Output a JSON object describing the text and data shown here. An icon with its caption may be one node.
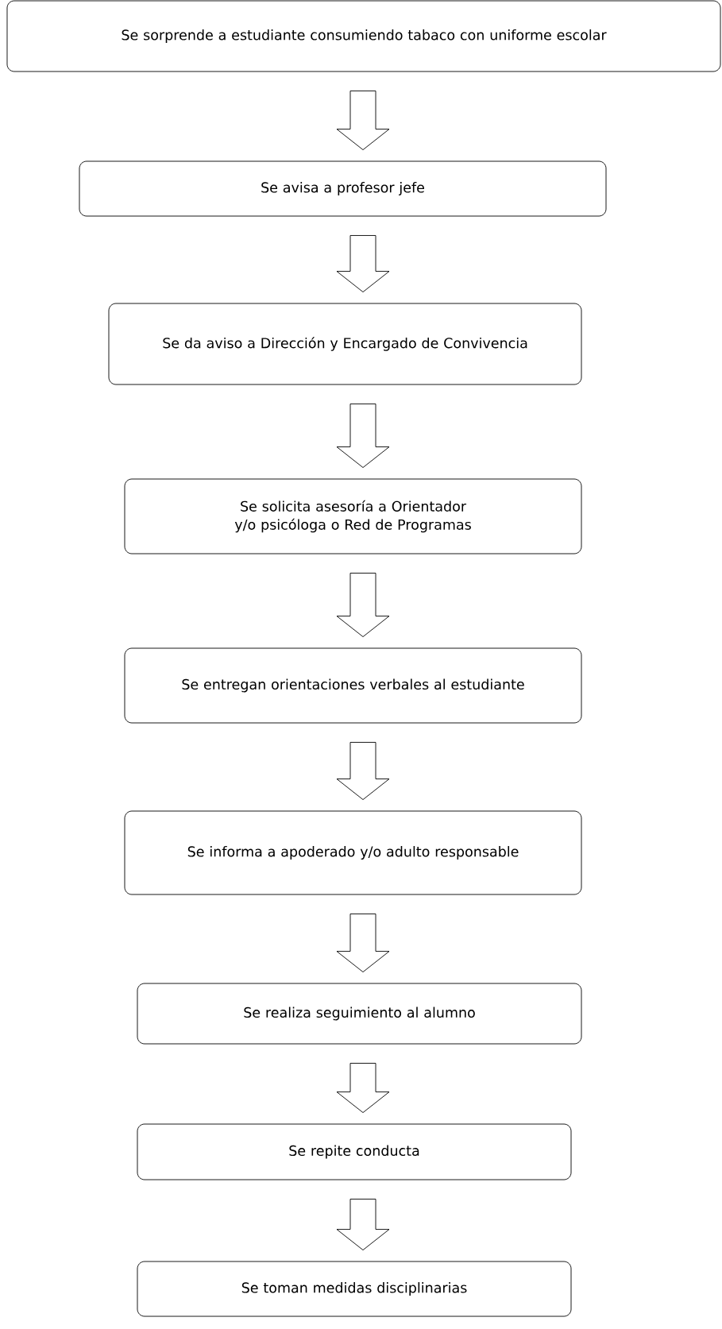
{
  "diagram": {
    "nodes": [
      {
        "text": [
          "Se sorprende a estudiante consumiendo tabaco con uniforme escolar"
        ]
      },
      {
        "text": [
          "Se avisa a profesor jefe"
        ]
      },
      {
        "text": [
          "Se da aviso a Dirección y Encargado de Convivencia"
        ]
      },
      {
        "text": [
          "Se solicita asesoría a Orientador y/o psicóloga o Red de Programas"
        ]
      },
      {
        "text": [
          "Se entregan orientaciones verbales al estudiante"
        ]
      },
      {
        "text": [
          "Se informa a apoderado y/o adulto responsable"
        ]
      },
      {
        "text": [
          "Se realiza seguimiento al alumno"
        ]
      },
      {
        "text": [
          "Se repite conducta"
        ]
      },
      {
        "text": [
          "Se toman medidas disciplinarias"
        ]
      }
    ],
    "edges": [
      {
        "from": 0,
        "to": 1,
        "arrow": "to"
      },
      {
        "from": 1,
        "to": 2,
        "arrow": "to"
      },
      {
        "from": 2,
        "to": 3,
        "arrow": "to"
      },
      {
        "from": 3,
        "to": 4,
        "arrow": "to"
      },
      {
        "from": 4,
        "to": 5,
        "arrow": "to"
      },
      {
        "from": 5,
        "to": 6,
        "arrow": "to"
      },
      {
        "from": 6,
        "to": 7,
        "arrow": "to"
      },
      {
        "from": 7,
        "to": 8,
        "arrow": "to"
      }
    ]
  }
}
